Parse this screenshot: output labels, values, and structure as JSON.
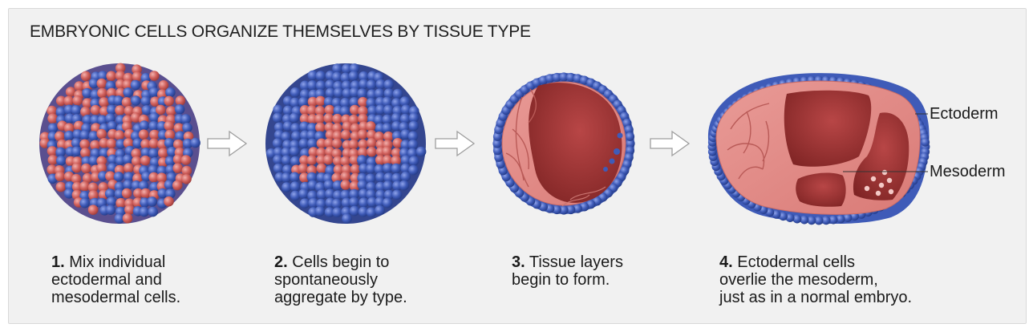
{
  "title": "EMBRYONIC CELLS ORGANIZE THEMSELVES BY TISSUE TYPE",
  "steps": [
    {
      "num": "1.",
      "text_lines": [
        "Mix individual",
        "ectodermal and",
        "mesodermal cells."
      ]
    },
    {
      "num": "2.",
      "text_lines": [
        "Cells begin to",
        "spontaneously",
        "aggregate by type."
      ]
    },
    {
      "num": "3.",
      "text_lines": [
        "Tissue layers",
        "begin to form."
      ]
    },
    {
      "num": "4.",
      "text_lines": [
        "Ectodermal cells",
        "overlie the mesoderm,",
        "just as in a normal embryo."
      ]
    }
  ],
  "labels": {
    "ectoderm": "Ectoderm",
    "mesoderm": "Mesoderm"
  },
  "colors": {
    "ectoderm_cell": "#3f5bb8",
    "mesoderm_cell": "#cf5f5c",
    "mesoderm_tissue": "#df8784",
    "cavity": "#9a2f2f",
    "arrow": "#b9b9b9",
    "panel": "#f1f1f1"
  }
}
